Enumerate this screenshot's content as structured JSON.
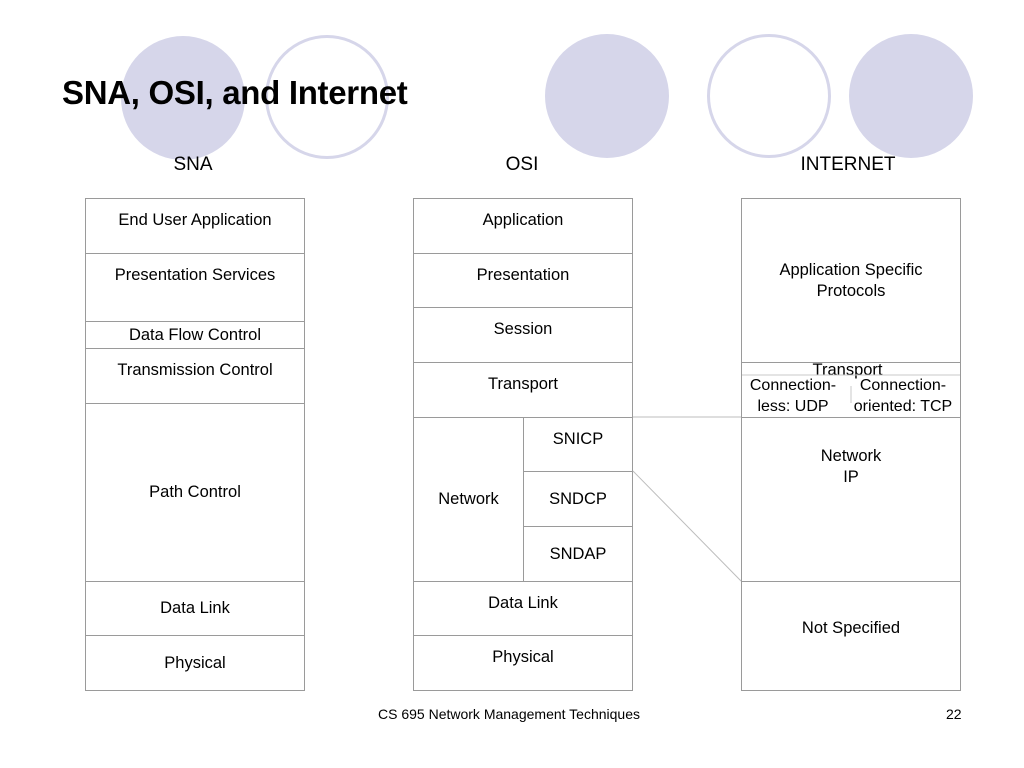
{
  "title": "SNA, OSI, and Internet",
  "columns": {
    "sna": {
      "heading": "SNA",
      "layers": [
        "End User Application",
        "Presentation Services",
        "Data Flow Control",
        "Transmission Control",
        "Path Control",
        "Data Link",
        "Physical"
      ]
    },
    "osi": {
      "heading": "OSI",
      "layers": [
        "Application",
        "Presentation",
        "Session",
        "Transport",
        "Network",
        "Data Link",
        "Physical"
      ],
      "network_sublayers": [
        "SNICP",
        "SNDCP",
        "SNDAP"
      ]
    },
    "internet": {
      "heading": "INTERNET",
      "app_protocols": "Application Specific\nProtocols",
      "transport": "Transport",
      "udp": "Connection-\nless: UDP",
      "tcp": "Connection-\noriented: TCP",
      "network": "Network\nIP",
      "not_specified": "Not Specified"
    }
  },
  "footer": {
    "course": "CS 695 Network Management Techniques",
    "page": "22"
  },
  "colors": {
    "decor_circle": "#d6d6ea",
    "box_border": "#9a9a9a"
  }
}
